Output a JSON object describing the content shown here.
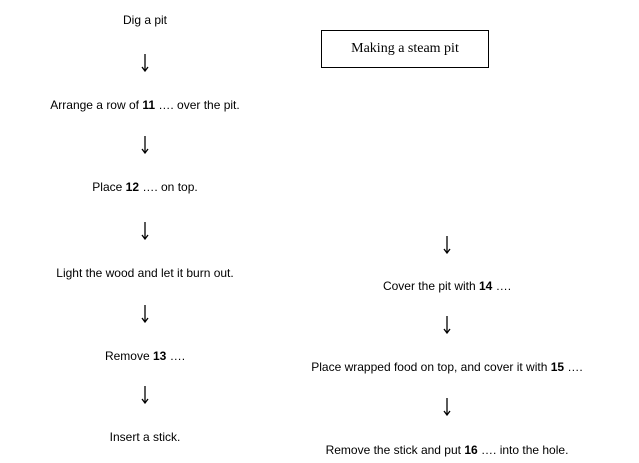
{
  "title": "Making a steam pit",
  "left_steps": [
    {
      "pre": "Dig a pit",
      "num": "",
      "post": ""
    },
    {
      "pre": "Arrange a row of ",
      "num": "11",
      "post": " …. over the pit."
    },
    {
      "pre": "Place ",
      "num": "12",
      "post": " …. on top."
    },
    {
      "pre": "Light the wood and let it burn out.",
      "num": "",
      "post": ""
    },
    {
      "pre": "Remove ",
      "num": "13",
      "post": " …."
    },
    {
      "pre": "Insert a stick.",
      "num": "",
      "post": ""
    }
  ],
  "right_steps": [
    {
      "pre": "Cover the pit with ",
      "num": "14",
      "post": " …."
    },
    {
      "pre": "Place wrapped food on top, and cover it with ",
      "num": "15",
      "post": " …."
    },
    {
      "pre": "Remove the stick and put ",
      "num": "16",
      "post": " …. into the hole."
    }
  ]
}
